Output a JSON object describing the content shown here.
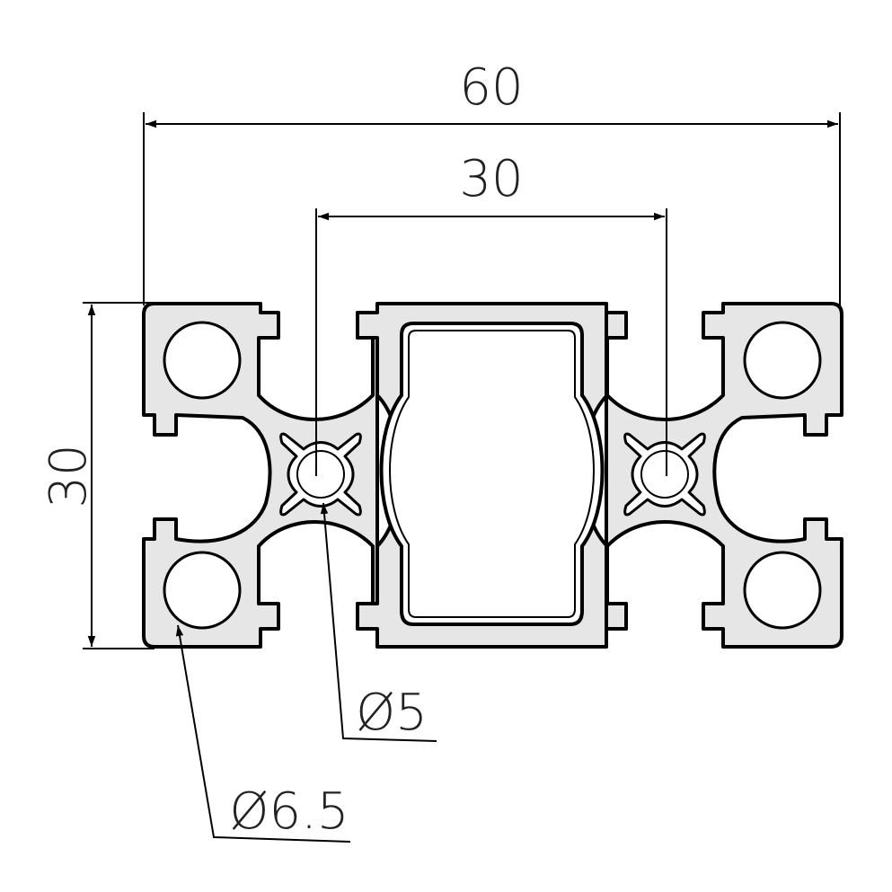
{
  "labels": {
    "dim_overall_width": "60",
    "dim_slot_spacing": "30",
    "dim_height": "30",
    "dim_center_bore": "Ø5",
    "dim_corner_bore": "Ø6.5"
  },
  "colors": {
    "profile_fill": "#e6e6e6",
    "line": "#000000",
    "text": "#222222",
    "background": "#ffffff"
  }
}
